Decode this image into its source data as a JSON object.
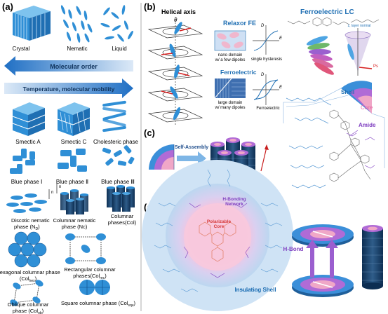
{
  "panel_a": {
    "label": "(a)",
    "phases_top": [
      "Crystal",
      "Nematic",
      "Liquid"
    ],
    "arrow_order": "Molecular order",
    "arrow_temp": "Temperature, molecular mobility",
    "smectic": [
      "Smectic A",
      "Smectic C",
      "Cholesteric phase"
    ],
    "blue": [
      "Blue phase Ⅰ",
      "Blue phase Ⅱ",
      "Blue phase Ⅲ"
    ],
    "n_symbol": "n",
    "discotic_1": "Discotic nematic",
    "discotic_2": "phase (N",
    "discotic_sub": "D",
    "columnar_nematic_1": "Columnar nematic",
    "columnar_nematic_2": "phase (Nc)",
    "columnar_1": "Columnar",
    "columnar_2": "phases(Col)",
    "hex_1": "Hexagonal columnar phase",
    "hex_2": "(Col",
    "hex_sub": "hex",
    "rect_1": "Rectangular columnar",
    "rect_2": "phases(Col",
    "rect_sub": "rec",
    "obl_1": "Oblique columnar",
    "obl_2": "phase (Col",
    "obl_sub": "ob",
    "sq_1": "Square columnar phase (Col",
    "sq_sub": "squ"
  },
  "panel_b": {
    "label": "(b)",
    "helical_axis": "Helical axis",
    "theta": "θ",
    "relaxor": "Relaxor FE",
    "nano_1": "nano domain",
    "nano_2": "w/ a few dipoles",
    "single_hyst": "single hysteresis",
    "ferroelectric": "Ferroelectric",
    "large_1": "large domain",
    "large_2": "w/ many dipoles",
    "fe_small": "Ferroelectric",
    "d_axis": "D",
    "e_axis": "E",
    "flc_title": "Ferroelectric LC",
    "layer_normal": "z, layer normal",
    "ps": "Ps"
  },
  "labels_mid": {
    "shell": "Shell",
    "core": "Core",
    "amide": "Amide"
  },
  "panel_c": {
    "label": "(c)",
    "self_assembly": "Self-Assembly"
  },
  "panel_d": {
    "label": "(d)",
    "h_network_1": "H-Bonding",
    "h_network_2": "Network",
    "polar_1": "Polarizable",
    "polar_2": "Core",
    "h_bond": "H-Bond",
    "insulating": "Insulating Shell"
  },
  "colors": {
    "blue": "#2f8fd6",
    "dark_blue": "#1f5f9a",
    "navy": "#1f4e8c",
    "pink": "#e56aa6",
    "purple": "#8a3fc7",
    "light_blue_bg": "#cfe3f5",
    "core_pink": "#f3c7de"
  }
}
